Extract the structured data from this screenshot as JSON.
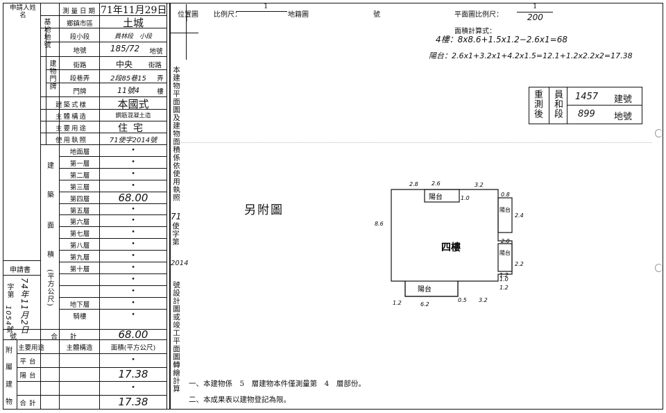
{
  "applicant": {
    "label": "申請人姓名"
  },
  "survey": {
    "date_label": "測量日期",
    "date_value": "71年11月29日",
    "township_label": "鄉鎮市區",
    "township_value": "土城",
    "site_side_label": "基地地號",
    "section_label": "段小段",
    "section_value": "員林段　小段",
    "lot_no_label": "地號",
    "lot_no_value": "185/72",
    "lot_no_suffix": "地號",
    "door_side_label": "建物門牌",
    "street_label": "街路",
    "street_value": "中央",
    "street_suffix": "街路",
    "lane_label": "段巷弄",
    "lane_value": "2段85巷15",
    "lane_suffix": "弄",
    "door_label": "門牌",
    "door_value": "11號4",
    "door_suffix": "樓",
    "style_label": "建築式樣",
    "style_value": "本國式",
    "structure_label": "主體構造",
    "structure_value": "鋼筋混凝土造",
    "use_label": "主要用途",
    "use_value": "住宅",
    "permit_label": "使用執照",
    "permit_value": "71使字2014號"
  },
  "area": {
    "side_labels": [
      "建",
      "築",
      "面",
      "積",
      "(平方公尺)"
    ],
    "floors": [
      "地面層",
      "第一層",
      "第二層",
      "第三層",
      "第四層",
      "第五層",
      "第六層",
      "第七層",
      "第八層",
      "第九層",
      "第十層",
      "",
      "",
      "地下層",
      "騎樓"
    ],
    "values": [
      "•",
      "•",
      "•",
      "•",
      "68.00",
      "•",
      "•",
      "•",
      "•",
      "•",
      "•",
      "•",
      "•",
      "•",
      "•"
    ],
    "total_label": "合計",
    "total_value": "68.00"
  },
  "application": {
    "label": "申請書",
    "number": "74年11月2日",
    "prefix": "字第",
    "serial": "1054號",
    "bottom": "號"
  },
  "annex": {
    "side": [
      "附",
      "屬",
      "建",
      "物"
    ],
    "col1": "主要用途",
    "col2": "主體構造",
    "col3": "面積(平方公尺)",
    "rows": [
      {
        "use": "平台",
        "area": "•"
      },
      {
        "use": "陽台",
        "area": "17.38"
      },
      {
        "use": "",
        "area": "•"
      },
      {
        "use": "合計",
        "area": "17.38"
      }
    ]
  },
  "middle_note": "本建物平面圖及建物面積係依使用執照",
  "middle_permit_no": "71",
  "middle_permit_word": "使字第",
  "middle_permit_num": "2014",
  "middle_tail": "號設計圖或竣工平面圖轉繪計算",
  "header": {
    "location_label": "位置圖",
    "scale_label": "比例尺：",
    "scale_num": "1",
    "cadastral_label": "地籍圖",
    "hao": "號",
    "plan_scale_label": "平面圖比例尺：",
    "plan_scale_num": "1",
    "plan_scale_den": "200",
    "area_calc_label": "面積計算式："
  },
  "formulas": [
    "4樓：8x8.6+1.5x1.2−2.6x1=68",
    "陽台：2.6x1+3.2x1+4.2x1.5=12.1+1.2x2.2x2=17.38"
  ],
  "stamp": {
    "left": "重測後",
    "mid": "員和段",
    "num1": "1457",
    "lab1": "建號",
    "num2": "899",
    "lab2": "地號"
  },
  "plan": {
    "extra_label": "另附圖",
    "room_label": "四樓",
    "balcony_top": "陽台",
    "balcony_bottom": "陽台",
    "balcony_right_top": "陽台",
    "balcony_right_bottom": "陽台",
    "dims": [
      "2.8",
      "2.6",
      "3.2",
      "0.8",
      "1.0",
      "2.4",
      "8.6",
      "2.0",
      "1.2",
      "2.2",
      "1.2",
      "1.0",
      "1.2",
      "6.2",
      "0.5",
      "3.2"
    ]
  },
  "notes": [
    "一、本建物係　5　層建物本件僅測量第　4　層部份。",
    "二、本成果表以建物登記為限。"
  ]
}
